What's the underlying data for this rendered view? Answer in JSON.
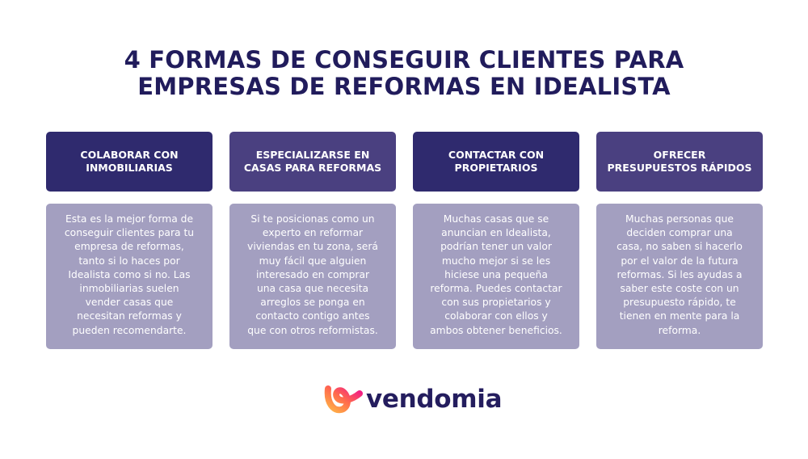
{
  "title": {
    "line1": "4 FORMAS DE CONSEGUIR CLIENTES PARA",
    "line2": "EMPRESAS DE REFORMAS EN IDEALISTA",
    "color": "#211c5c"
  },
  "columns": [
    {
      "header_lines": [
        "COLABORAR CON",
        "INMOBILIARIAS"
      ],
      "header_color": "#2f2a6e",
      "body_lines": [
        "Esta es la mejor forma de",
        "conseguir clientes para tu",
        "empresa de reformas,",
        "tanto si lo haces por",
        "Idealista como si no. Las",
        "inmobiliarias suelen",
        "vender casas que",
        "necesitan reformas y",
        "pueden recomendarte."
      ]
    },
    {
      "header_lines": [
        "ESPECIALIZARSE EN",
        "CASAS PARA REFORMAS"
      ],
      "header_color": "#4a4080",
      "body_lines": [
        "Si te posicionas como un",
        "experto en reformar",
        "viviendas en tu zona, será",
        "muy fácil que alguien",
        "interesado en comprar",
        "una casa que necesita",
        "arreglos se ponga en",
        "contacto contigo antes",
        "que con otros reformistas."
      ]
    },
    {
      "header_lines": [
        "CONTACTAR CON",
        "PROPIETARIOS"
      ],
      "header_color": "#2f2a6e",
      "body_lines": [
        "Muchas casas que se",
        "anuncian en Idealista,",
        "podrían tener un valor",
        "mucho mejor si se les",
        "hiciese una pequeña",
        "reforma. Puedes contactar",
        "con sus propietarios y",
        "colaborar con ellos y",
        "ambos obtener beneficios."
      ]
    },
    {
      "header_lines": [
        "OFRECER",
        "PRESUPUESTOS RÁPIDOS"
      ],
      "header_color": "#4a4080",
      "body_lines": [
        "Muchas personas que",
        "deciden comprar una",
        "casa, no saben si hacerlo",
        "por el valor de la futura",
        "reformas. Si les ayudas a",
        "saber este coste con un",
        "presupuesto rápido, te",
        "tienen en mente para la",
        "reforma."
      ]
    }
  ],
  "body_color": "#a39fc0",
  "logo": {
    "icon": "vendomia-swirl-icon",
    "wordmark": "vendomia",
    "wordmark_color": "#241d5e",
    "gradient": [
      "#ffb347",
      "#ff6a4d",
      "#f0148c"
    ]
  }
}
